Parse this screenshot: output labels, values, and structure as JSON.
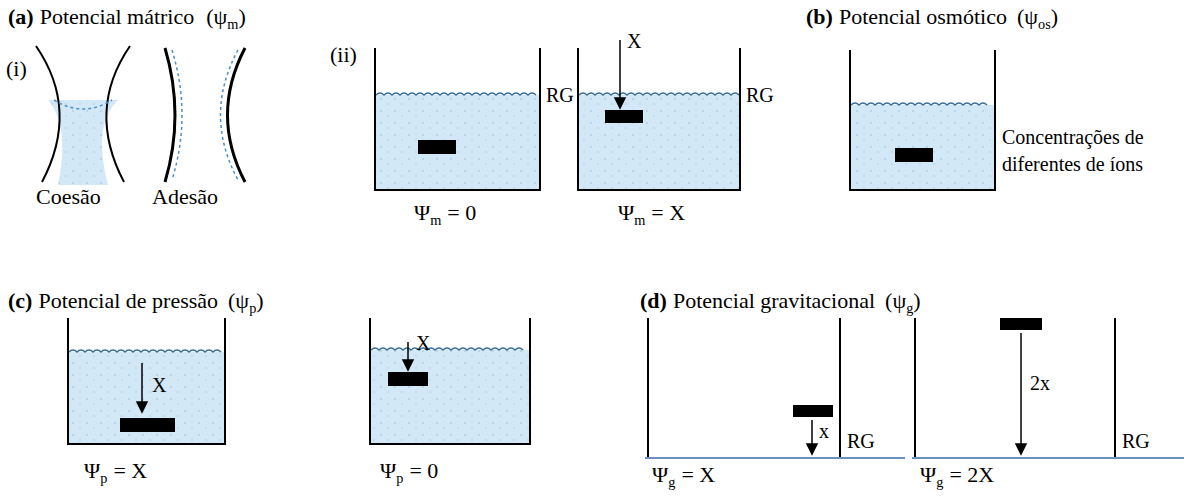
{
  "diagram": {
    "labels": [
      "(a)",
      "Potencial mátrico",
      "(ψ",
      "m",
      ")",
      "(i)",
      "Coesão",
      "Adesão",
      "(ii)",
      "X",
      "RG",
      "RG",
      "Ψ",
      "m",
      "= 0",
      "Ψ",
      "m",
      "= X",
      "(b)",
      "Potencial osmótico",
      "(ψ",
      "os",
      ")",
      "Concentrações de diferentes de íons",
      "(c)",
      "Potencial de pressão",
      "(ψ",
      "p",
      ")",
      "X",
      "X",
      "Ψ",
      "p",
      "= X",
      "Ψ",
      "p",
      "= 0",
      "(d)",
      "Potencial gravitacional",
      "(ψ",
      "g",
      ")",
      "x",
      "2x",
      "RG",
      "RG",
      "Ψ",
      "g",
      "= X",
      "Ψ",
      "g",
      "= 2X"
    ]
  }
}
